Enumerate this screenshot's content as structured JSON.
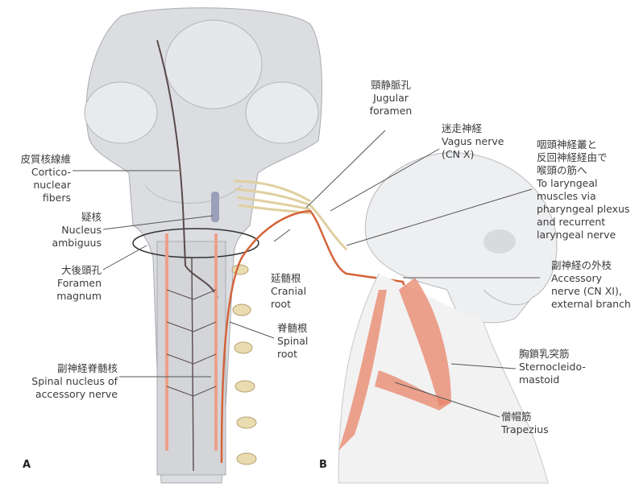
{
  "panels": {
    "a": "A",
    "b": "B"
  },
  "labels": {
    "cortico": "皮質核線維\nCortico-\nnuclear\nfibers",
    "nucleus_ambiguus": "疑核\nNucleus\nambiguus",
    "foramen_magnum": "大後頭孔\nForamen\nmagnum",
    "spinal_nucleus": "副神経脊髄核\nSpinal nucleus of\naccessory nerve",
    "jugular_foramen": "頸静脈孔\nJugular\nforamen",
    "vagus": "迷走神経\nVagus nerve\n(CN X)",
    "laryngeal": "咽頭神経叢と\n反回神経経由で\n喉頭の筋へ\nTo laryngeal\nmuscles via\npharyngeal plexus\nand recurrent\nlaryngeal nerve",
    "cranial_root": "延髄根\nCranial\nroot",
    "spinal_root": "脊髄根\nSpinal\nroot",
    "accessory": "副神経の外枝\nAccessory\nnerve (CN XI),\nexternal branch",
    "scm": "胸鎖乳突筋\nSternocleido-\nmastoid",
    "trapezius": "僧帽筋\nTrapezius"
  },
  "colors": {
    "brainstem": "#d9dadd",
    "nerve": "#e8dcc0",
    "muscle": "#e8846a",
    "accessory_nerve": "#d4643a",
    "tract": "#5a4a4a",
    "leader": "#555555"
  }
}
